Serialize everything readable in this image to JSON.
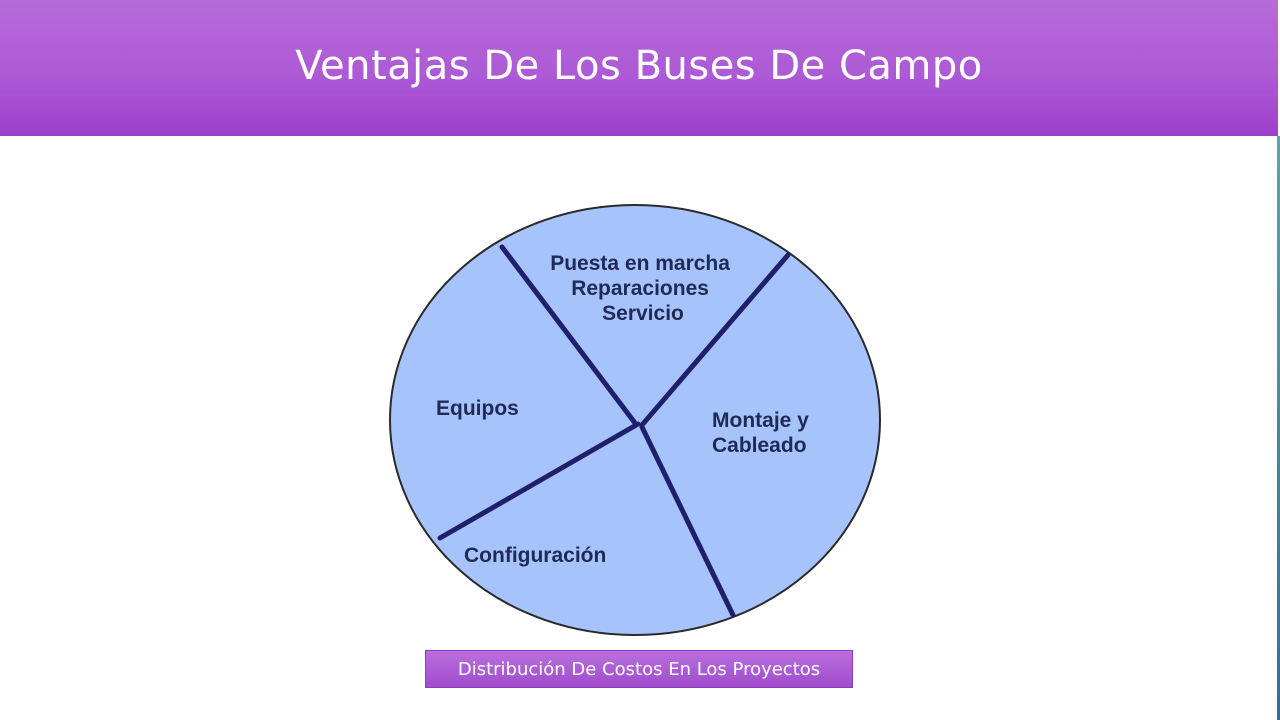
{
  "slide": {
    "title": "Ventajas De Los Buses De Campo",
    "caption": "Distribución De Costos En Los Proyectos"
  },
  "diagram": {
    "segments": {
      "puesta": [
        "Puesta en marcha",
        "Reparaciones",
        "Servicio"
      ],
      "montaje": [
        "Montaje y",
        "Cableado"
      ],
      "equipos": [
        "Equipos"
      ],
      "configuracion": [
        "Configuración"
      ]
    }
  },
  "colors": {
    "title_bar": "#ad5ad6",
    "circle_fill": "#a6c3fc",
    "divider": "#1f1f6b",
    "label": "#1f2a55"
  }
}
